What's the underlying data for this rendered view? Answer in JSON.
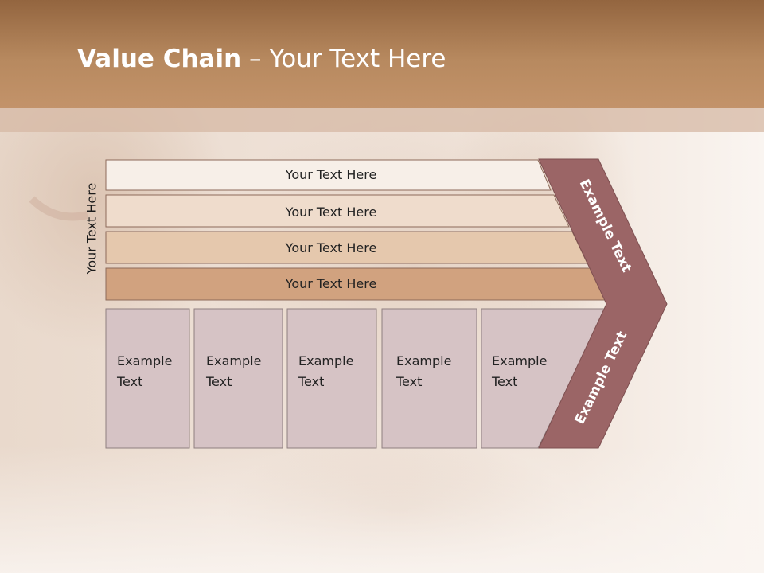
{
  "slide": {
    "title_bold": "Value Chain",
    "title_rest": " – Your Text Here",
    "side_label": "Your Text Here"
  },
  "bars": [
    "Your Text Here",
    "Your Text Here",
    "Your Text Here",
    "Your Text Here"
  ],
  "boxes": [
    [
      "Example",
      "Text"
    ],
    [
      "Example",
      "Text"
    ],
    [
      "Example",
      "Text"
    ],
    [
      "Example",
      "Text"
    ],
    [
      "Example",
      "Text"
    ]
  ],
  "arrow_labels": {
    "upper": "Example Text",
    "lower": "Example Text"
  },
  "colors": {
    "header": "#b7895f",
    "bar_fills": [
      "#f7efe8",
      "#efdccc",
      "#e5c8ad",
      "#d1a27f"
    ],
    "box_fill": "#d6c3c5",
    "arrow_fill": "#9b6566"
  }
}
